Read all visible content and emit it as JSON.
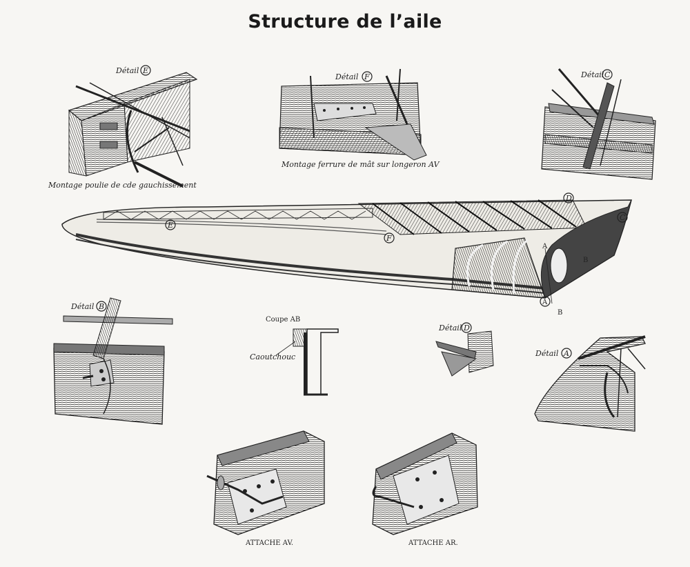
{
  "title": "Structure de l’aile",
  "details": {
    "E": {
      "label": "Détail",
      "letter": "E",
      "caption": "Montage poulie de c<sup>de</sup> gauchissement",
      "caption_text": "Montage poulie de cde gauchissement"
    },
    "F": {
      "label": "Détail",
      "letter": "F",
      "caption": "Montage ferrure de mât sur longeron AV"
    },
    "C": {
      "label": "Détail",
      "letter": "C"
    },
    "B": {
      "label": "Détail",
      "letter": "B"
    },
    "D": {
      "label": "Détail",
      "letter": "D"
    },
    "A": {
      "label": "Détail",
      "letter": "A"
    }
  },
  "wing_markers": {
    "E": "E",
    "F": "F",
    "D": "D",
    "C": "C",
    "A": "A",
    "B": "B",
    "A2": "A",
    "B2": "B"
  },
  "coupe": {
    "label": "Coupe AB",
    "material": "Caoutchouc"
  },
  "attaches": {
    "front": "ATTACHE AV.",
    "rear": "ATTACHE AR."
  }
}
